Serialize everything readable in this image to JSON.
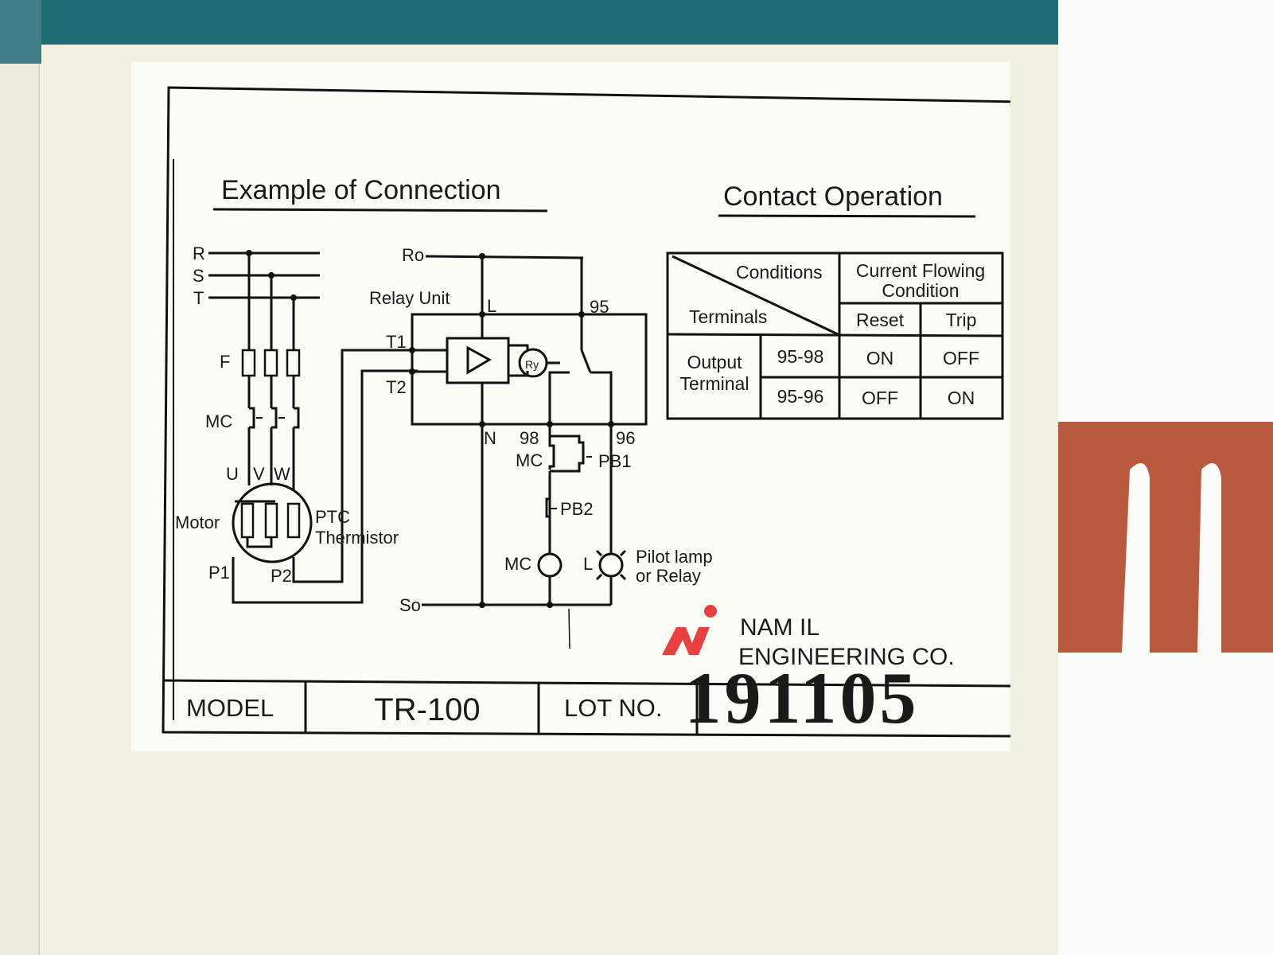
{
  "label": {
    "connection_title": "Example of Connection",
    "contact_title": "Contact Operation",
    "diagram": {
      "phase_lines": [
        "R",
        "S",
        "T"
      ],
      "fuse_label": "F",
      "contactor_label": "MC",
      "motor_terminals": [
        "U",
        "V",
        "W"
      ],
      "motor_label": "Motor",
      "ptc_label_line1": "PTC",
      "ptc_label_line2": "Thermistor",
      "p1_label": "P1",
      "p2_label": "P2",
      "ro_label": "Ro",
      "so_label": "So",
      "relay_unit_label": "Relay Unit",
      "l_terminal": "L",
      "n_terminal": "N",
      "t1_terminal": "T1",
      "t2_terminal": "T2",
      "relay_coil": "Ry",
      "terminal_95": "95",
      "terminal_98": "98",
      "terminal_96": "96",
      "mc_contact_label": "MC",
      "pb1_label": "PB1",
      "pb2_label": "PB2",
      "mc_coil_label": "MC",
      "lamp_label": "L",
      "pilot_lamp_line1": "Pilot lamp",
      "pilot_lamp_line2": "or Relay"
    },
    "contact_table": {
      "header_conditions": "Conditions",
      "header_terminals": "Terminals",
      "header_current_line1": "Current Flowing",
      "header_current_line2": "Condition",
      "col_reset": "Reset",
      "col_trip": "Trip",
      "row_group_line1": "Output",
      "row_group_line2": "Terminal",
      "rows": [
        {
          "terminal": "95-98",
          "reset": "ON",
          "trip": "OFF"
        },
        {
          "terminal": "95-96",
          "reset": "OFF",
          "trip": "ON"
        }
      ]
    },
    "manufacturer_line1": "NAM IL",
    "manufacturer_line2": "ENGINEERING CO.",
    "logo_color": "#e8403e",
    "footer": {
      "model_label": "MODEL",
      "model_value": "TR-100",
      "lot_label": "LOT NO.",
      "lot_value": "191105"
    }
  },
  "background": {
    "brand_letter": "M",
    "brand_color": "#b95a3e",
    "housing_top_color": "#1d6b73"
  }
}
